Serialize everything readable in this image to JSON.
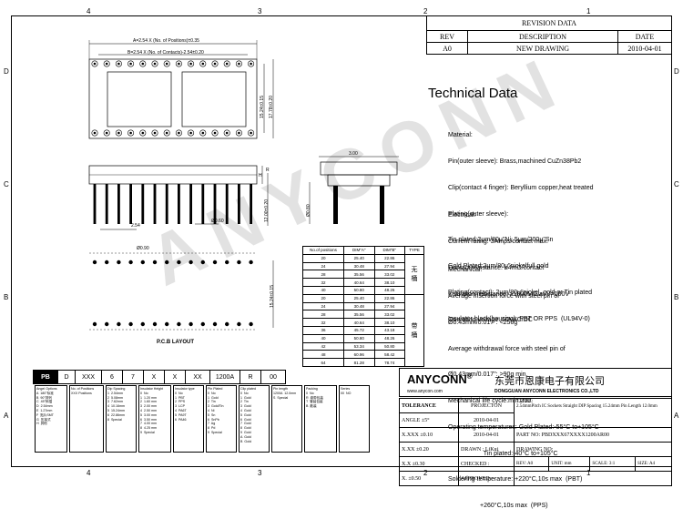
{
  "zones": {
    "top": [
      "4",
      "3",
      "2",
      "1"
    ],
    "bottom": [
      "4",
      "3",
      "2",
      "1"
    ],
    "left": [
      "D",
      "C",
      "B",
      "A"
    ],
    "right": [
      "D",
      "C",
      "B",
      "A"
    ]
  },
  "revision": {
    "title": "REVISION DATA",
    "headers": [
      "REV",
      "DESCRIPTION",
      "DATE"
    ],
    "row": [
      "A0",
      "NEW DRAWING",
      "2010-04-01"
    ]
  },
  "tech": {
    "title": "Technical Data",
    "material": [
      "Material:",
      "Pin(outer sleeve): Brass,machined CuZn38Pb2",
      "Clip(contact 4 finger): Beryllium copper,heat treated",
      "Plating(outer sleeve):",
      "Tin plated:2μm/80μ\"Ni, 5μm/200μ\"Sn",
      "Gold Plated:2μm/80μ\"nickelfull gold",
      "Plating(contact): 2μm/80μ\"nickel, gold or Tin plated",
      "Insulator black(housing): PBT OR PPS  (UL94V-0)"
    ],
    "electrical": [
      "Electrical:",
      "Current rating: 3Amps/contact max.",
      "Contact resistance: ≤4mΩ/contact",
      "Insulation resistance: ≥1000MΩ at V=100V",
      "Operating voltage: 60VAC/DC"
    ],
    "mechanical": [
      "Mechanical:",
      "Average insertion force with steel pin of",
      "Ø0.43mm/0.017\": <250g",
      "Average withdrawal force with steel pin of",
      "Ø0.43mm/0.017\": >90g min.",
      "Mechanical life cycle:min.200",
      "Operating temperatures: Gold Plated:-55°C to+105°C",
      "                    Tin plated:-40°C to+105°C",
      "Soldering temperature: +220°C,10s max  (PBT)",
      "                  +260°C,10s max  (PPS)"
    ]
  },
  "dims": {
    "a_label": "A=2.54 X (No. of Positions)±0.35",
    "b_label": "B=2.54 X (No. of Contacts)-2.54±0.20",
    "d1": "15.24±0.15",
    "d2": "17.78±0.20",
    "h300": "3.00",
    "h1200": "12.00±0.20",
    "dd": "Ø0.60",
    "dt": "Ø0.80",
    "pitch": "2.54",
    "hole": "Ø0.90",
    "pcb_w": "15.24±0.15",
    "pcb_label": "P.C.B LAYOUT",
    "r": "R",
    "h": "H"
  },
  "dim_table": {
    "headers": [
      "No.of positions",
      "DIM\"A\"",
      "DIM\"B\"",
      "TYPE"
    ],
    "rows": [
      [
        "20",
        "25.40",
        "22.86"
      ],
      [
        "24",
        "30.48",
        "27.94"
      ],
      [
        "28",
        "35.56",
        "33.02"
      ],
      [
        "32",
        "40.64",
        "38.10"
      ],
      [
        "40",
        "50.80",
        "48.26"
      ],
      [
        "20",
        "25.40",
        "22.86"
      ],
      [
        "24",
        "30.48",
        "27.94"
      ],
      [
        "28",
        "35.56",
        "33.02"
      ],
      [
        "32",
        "40.64",
        "38.10"
      ],
      [
        "36",
        "45.72",
        "43.18"
      ],
      [
        "40",
        "50.80",
        "48.26"
      ],
      [
        "42",
        "53.34",
        "50.80"
      ],
      [
        "48",
        "60.96",
        "58.42"
      ],
      [
        "64",
        "81.28",
        "78.74"
      ]
    ],
    "type1": "无\n桶",
    "type2": "带\n桶"
  },
  "part_number": {
    "cells": [
      "PB",
      "D",
      "XXX",
      "6",
      "7",
      "X",
      "X",
      "XX",
      "1200A",
      "R",
      "00"
    ],
    "columns": [
      "Angel Options\nA  180°标准\nB  90°排列\nC  45°斜插\nD  2.54mm\nE  1.27mm\nF  贴片SMT\nG  压接式\nH  其他",
      "No. of Positions\nXXX Positions",
      "Dip Spacing\n1  2.54mm\n2  5.08mm\n3  7.62mm\n4  10.16mm\n5  15.24mm\n6  22.86mm\n8  Special",
      "Insulator Height\n0  No\n1  1.20 mm\n2  1.60 mm\n3  2.00 mm\n4  2.50 mm\n5  3.00 mm\n6  3.50 mm\n7  4.00 mm\n8  4.25 mm\n9  Special",
      "Insulator type\n0  No\n1  PBT\n2  PPS\n3  LCP\n4  PA6T\n5  PA9T\n6  PA46",
      "Pin Plated\n0  No\n1  Gold\n2  Tin\n3  Gold/Tin\n4  Ni\n5  Sn\n6  SnPb\n7  Ag\n8  Pd\n9  Special",
      "Clip plated\n0  No\n1  Gold\n2  Tin\n3  Gold\n4  Gold\n5  Gold\n6  Gold\n7  Gold\n8  Gold\n9  Gold\nA  Gold\nB  Gold",
      "Pin length\n1200A  12.0mm\nS  Special",
      "Packing\n0  No\nR  卷带包装\nT  管装包装\nB  散装",
      "Series\n00  NO"
    ]
  },
  "company": {
    "name": "ANYCONN",
    "reg": "®",
    "cn": "东莞市恩康电子有限公司",
    "web": "www.anycon.com",
    "en": "DONGGUAN ANYCONN ELECTRONICS CO.,LTD"
  },
  "watermark": "ANYCONN",
  "title_block": {
    "tolerance_label": "TOLERANCE",
    "tolerances": [
      [
        "ANGLE",
        "±5°"
      ],
      [
        "X.XXX",
        "±0.10"
      ],
      [
        "X.XX",
        "±0.20"
      ],
      [
        "X.X",
        "±0.30"
      ],
      [
        "X.",
        "±0.50"
      ]
    ],
    "projection": "PROJECTON",
    "title_label": "TITLE:",
    "title": "2.54mmPitch IC Sockets Straight DIP Spacing 15.24mm Pin Length 12.0mm",
    "date": "2010-04-01",
    "date2": "2010-04-01",
    "drawn_label": "DRAWN :",
    "drawn": "LiKui",
    "part_no_label": "PART NO:",
    "part_no": "PBDXXX67XXXX1200AR00",
    "checked_label": "CHECKED :",
    "drawing_no_label": "DRAWING NO:",
    "approved_label": "APPROVED :",
    "rev_label": "REV:",
    "rev": "A0",
    "unit_label": "UNIT:",
    "unit": "mm",
    "scale_label": "SCALE:",
    "scale": "3:1",
    "size_label": "SIZE:",
    "size": "A4"
  }
}
